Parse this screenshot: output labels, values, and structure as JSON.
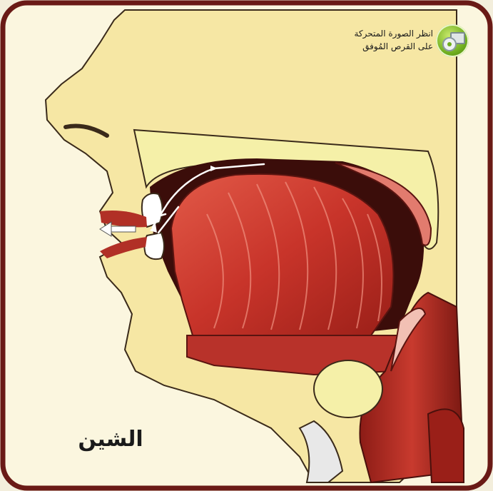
{
  "caption": {
    "line1": "انظر الصورة المتحركة",
    "line2": "على القرص المُوفق",
    "icon": "cd-video-icon"
  },
  "letter_label": "الشين",
  "colors": {
    "skin": "#f6e7a4",
    "skin_outline": "#3a2a1a",
    "border": "#6a1a16",
    "tongue": "#c8342a",
    "tongue_light": "#e86a5a",
    "cavity": "#3b0d0a",
    "bone": "#f4efa8",
    "throat": "#b32a22",
    "teeth": "#ffffff"
  }
}
